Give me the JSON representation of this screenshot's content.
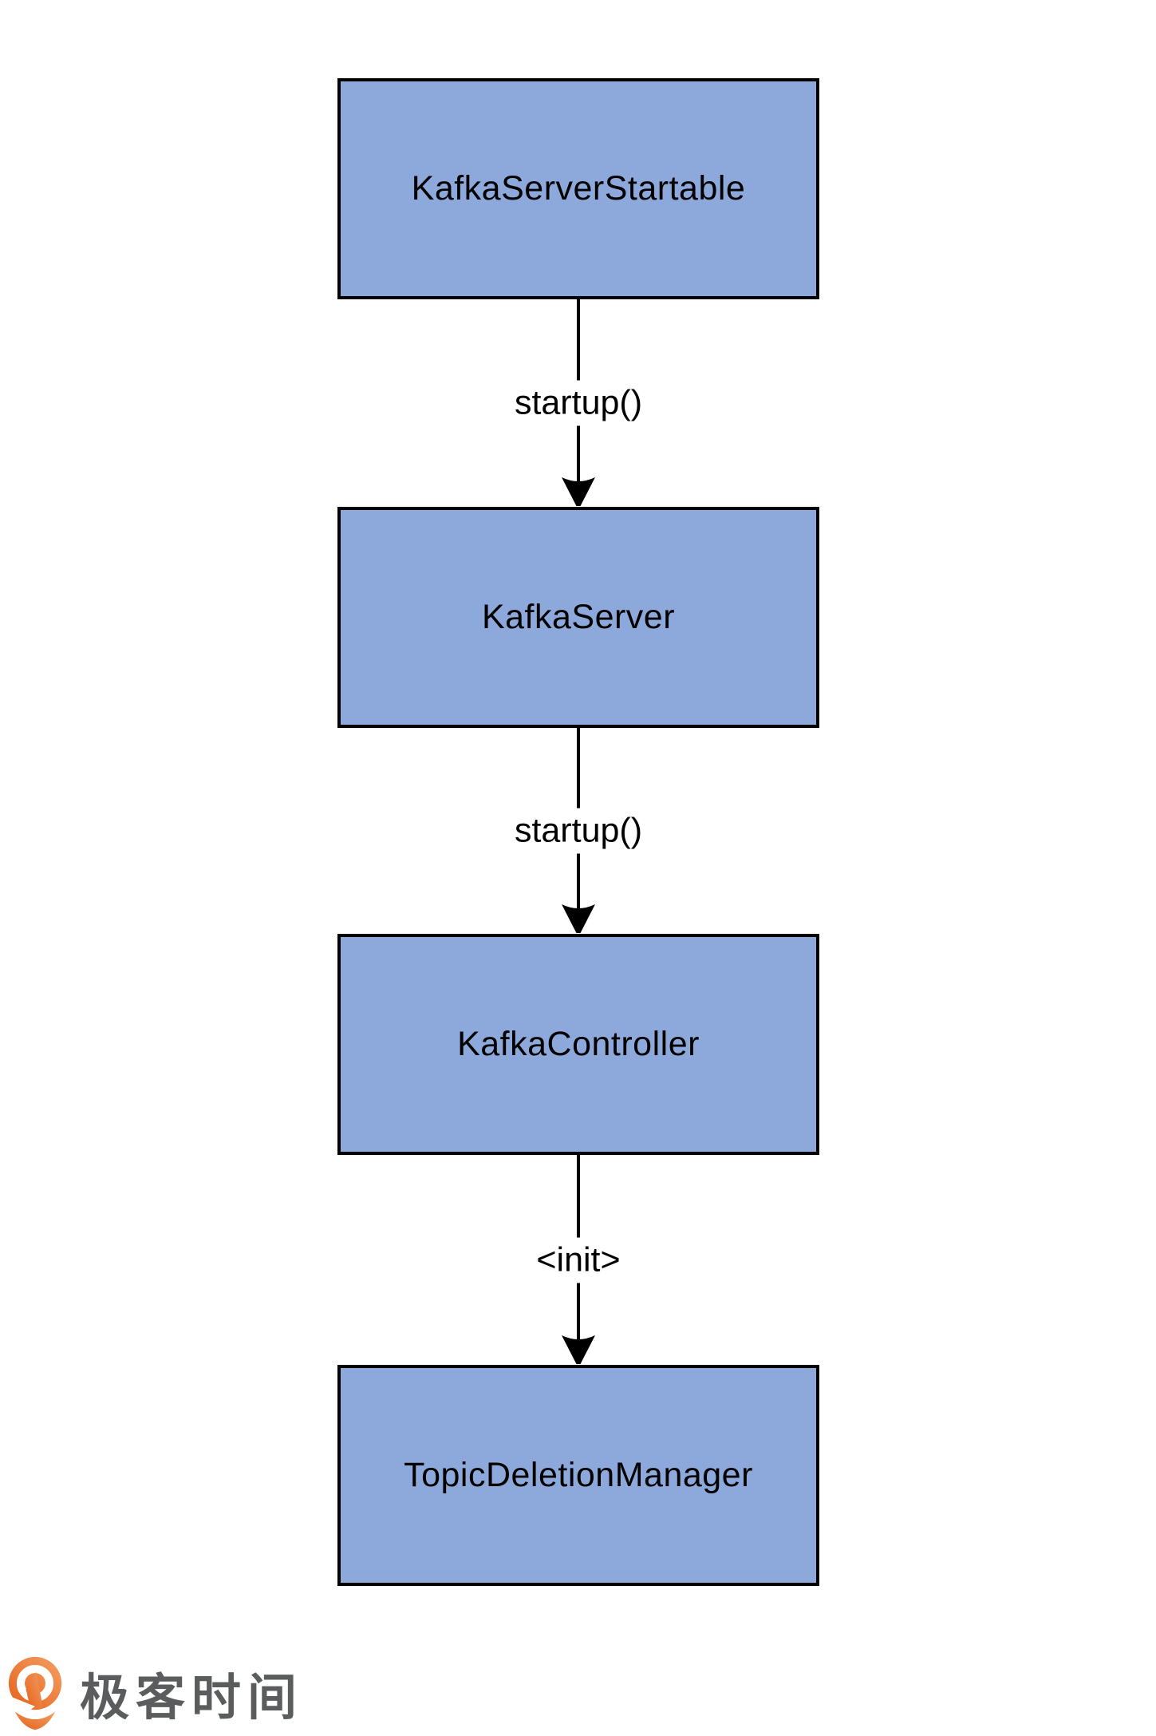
{
  "page": {
    "background": "#FFFFFF"
  },
  "diagram": {
    "type": "flowchart",
    "direction": "top-down",
    "nodes": [
      {
        "id": "kafka-server-startable",
        "label": "KafkaServerStartable"
      },
      {
        "id": "kafka-server",
        "label": "KafkaServer"
      },
      {
        "id": "kafka-controller",
        "label": "KafkaController"
      },
      {
        "id": "topic-deletion-manager",
        "label": "TopicDeletionManager"
      }
    ],
    "edges": [
      {
        "from": "kafka-server-startable",
        "to": "kafka-server",
        "label": "startup()"
      },
      {
        "from": "kafka-server",
        "to": "kafka-controller",
        "label": "startup()"
      },
      {
        "from": "kafka-controller",
        "to": "topic-deletion-manager",
        "label": "<init>"
      }
    ],
    "colors": {
      "node_fill": "#8DA9DC",
      "node_border": "#000000",
      "edge_line": "#000000",
      "label_text": "#000000"
    }
  },
  "footer": {
    "logo_text": "极客时间",
    "logo_text_color": "#5A5C5E",
    "logo_orange_dark": "#E5611B",
    "logo_orange_light": "#F3A063"
  }
}
